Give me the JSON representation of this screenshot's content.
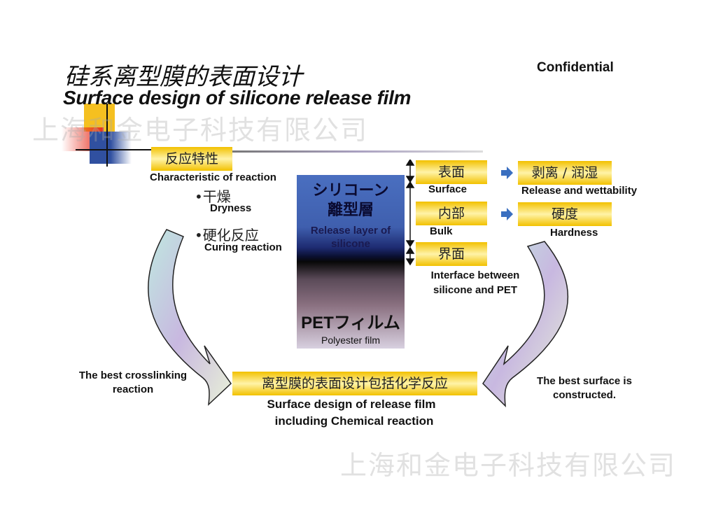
{
  "title_cn": "硅系离型膜的表面设计",
  "title_en": "Surface design of silicone release film",
  "confidential": "Confidential",
  "watermark": "上海和金电子科技有限公司",
  "reaction": {
    "box": "反应特性",
    "label": "Characteristic of reaction",
    "items": [
      {
        "cn": "•干燥",
        "en": "Dryness"
      },
      {
        "cn": "•硬化反应",
        "en": "Curing reaction"
      }
    ]
  },
  "film": {
    "silicone_jp": "シリコーン",
    "layer_jp": "離型層",
    "release_en": "Release layer of silicone",
    "pet_jp": "PETフィルム",
    "pet_en": "Polyester film"
  },
  "layers": [
    {
      "box": "表面",
      "label": "Surface"
    },
    {
      "box": "内部",
      "label": "Bulk"
    },
    {
      "box": "界面",
      "label": "Interface between silicone and PET"
    }
  ],
  "properties": [
    {
      "box": "剥离 / 润湿",
      "label": "Release and wettability"
    },
    {
      "box": "硬度",
      "label": "Hardness"
    }
  ],
  "left_arrow_label": "The best crosslinking reaction",
  "right_arrow_label": "The best surface is constructed.",
  "bottom": {
    "box": "离型膜的表面设计包括化学反应",
    "label1": "Surface design of release film",
    "label2": "including Chemical reaction"
  },
  "colors": {
    "box_yellow": "#f2c100",
    "arrow_blue": "#3a6fc0"
  }
}
